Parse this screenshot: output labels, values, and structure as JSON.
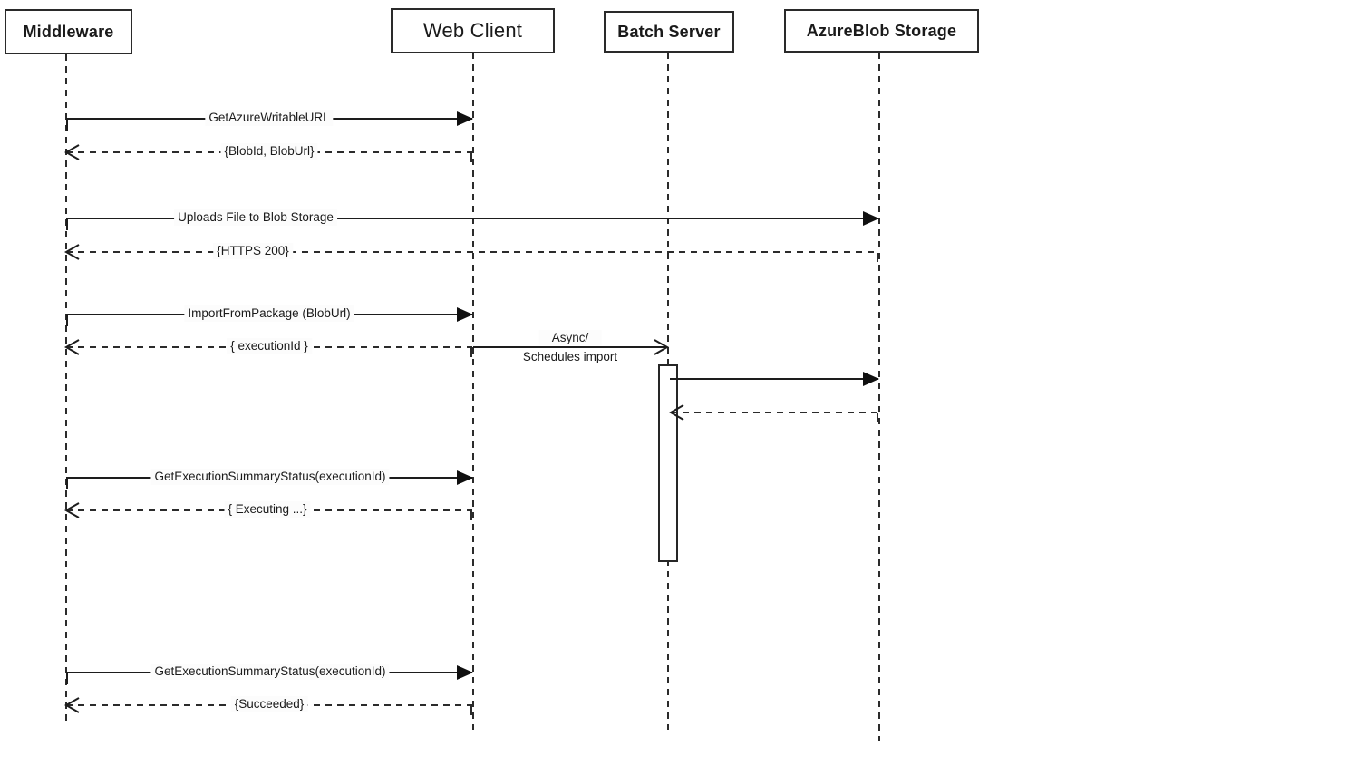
{
  "diagram": {
    "kind": "uml-sequence-diagram",
    "colors": {
      "background": "#ffffff",
      "line": "#1d1d1d",
      "label_background": "#fcfcfc"
    },
    "actors": [
      {
        "label": "Middleware"
      },
      {
        "label": "Web Client"
      },
      {
        "label": "Batch Server"
      },
      {
        "label": "AzureBlob Storage"
      }
    ],
    "activation": {
      "actor": "Batch Server"
    },
    "messages": [
      {
        "type": "request",
        "from": "Middleware",
        "to": "Web Client",
        "label": "GetAzureWritableURL"
      },
      {
        "type": "return",
        "from": "Web Client",
        "to": "Middleware",
        "label": "{BlobId, BlobUrl}"
      },
      {
        "type": "request",
        "from": "Middleware",
        "to": "AzureBlob Storage",
        "label": "Uploads File to Blob Storage"
      },
      {
        "type": "return",
        "from": "AzureBlob Storage",
        "to": "Middleware",
        "label": "{HTTPS 200}"
      },
      {
        "type": "request",
        "from": "Middleware",
        "to": "Web Client",
        "label": "ImportFromPackage (BlobUrl)"
      },
      {
        "type": "return",
        "from": "Web Client",
        "to": "Middleware",
        "label": "{ executionId }"
      },
      {
        "type": "async",
        "from": "Web Client",
        "to": "Batch Server",
        "label": "Async/ Schedules import",
        "line1": "Async/",
        "line2": "Schedules import"
      },
      {
        "type": "request",
        "from": "Batch Server",
        "to": "AzureBlob Storage",
        "label": ""
      },
      {
        "type": "return",
        "from": "AzureBlob Storage",
        "to": "Batch Server",
        "label": ""
      },
      {
        "type": "request",
        "from": "Middleware",
        "to": "Web Client",
        "label": "GetExecutionSummaryStatus(executionId)"
      },
      {
        "type": "return",
        "from": "Web Client",
        "to": "Middleware",
        "label": "{ Executing ...}"
      },
      {
        "type": "request",
        "from": "Middleware",
        "to": "Web Client",
        "label": "GetExecutionSummaryStatus(executionId)"
      },
      {
        "type": "return",
        "from": "Web Client",
        "to": "Middleware",
        "label": "{Succeeded}"
      }
    ]
  }
}
